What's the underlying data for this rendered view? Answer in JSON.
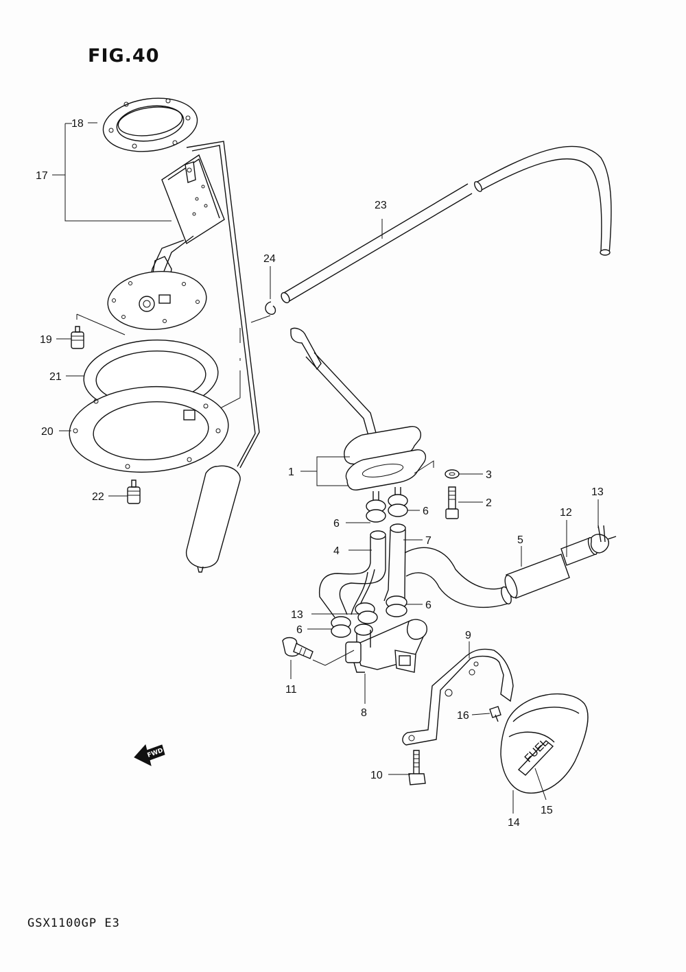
{
  "figure": {
    "title": "FIG.40",
    "model_code": "GSX1100GP E3",
    "direction_marker": "FWD"
  },
  "callouts": {
    "c1": "1",
    "c2": "2",
    "c3": "3",
    "c4": "4",
    "c5": "5",
    "c6a": "6",
    "c6b": "6",
    "c6c": "6",
    "c6d": "6",
    "c7": "7",
    "c8": "8",
    "c9": "9",
    "c10": "10",
    "c11": "11",
    "c12": "12",
    "c13a": "13",
    "c13b": "13",
    "c14": "14",
    "c15": "15",
    "c16": "16",
    "c17": "17",
    "c18": "18",
    "c19": "19",
    "c20": "20",
    "c21": "21",
    "c22": "22",
    "c23": "23",
    "c24": "24"
  },
  "cap_text": "FUEL"
}
